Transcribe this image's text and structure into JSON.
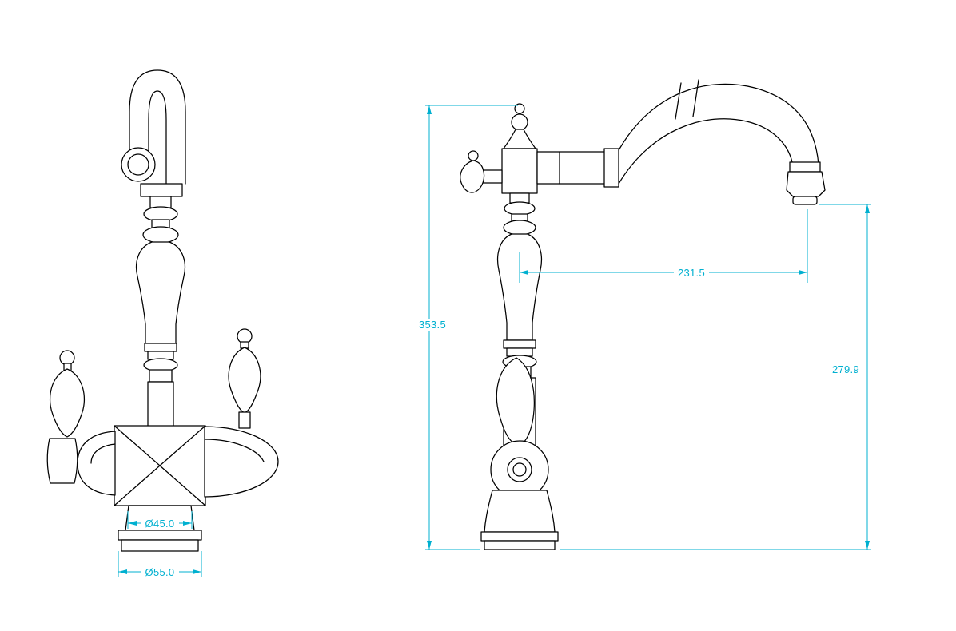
{
  "drawing": {
    "type": "technical-drawing",
    "subject": "two-handle kitchen faucet, front and side elevation views",
    "background": "#ffffff",
    "line_color": "#000000",
    "dimension_color": "#00b0d0",
    "front_view": {
      "dimensions": {
        "base_top_diameter": "Ø45.0",
        "base_bottom_diameter": "Ø55.0"
      }
    },
    "side_view": {
      "dimensions": {
        "overall_height": "353.5",
        "spout_reach": "231.5",
        "spout_outlet_height": "279.9"
      }
    }
  }
}
